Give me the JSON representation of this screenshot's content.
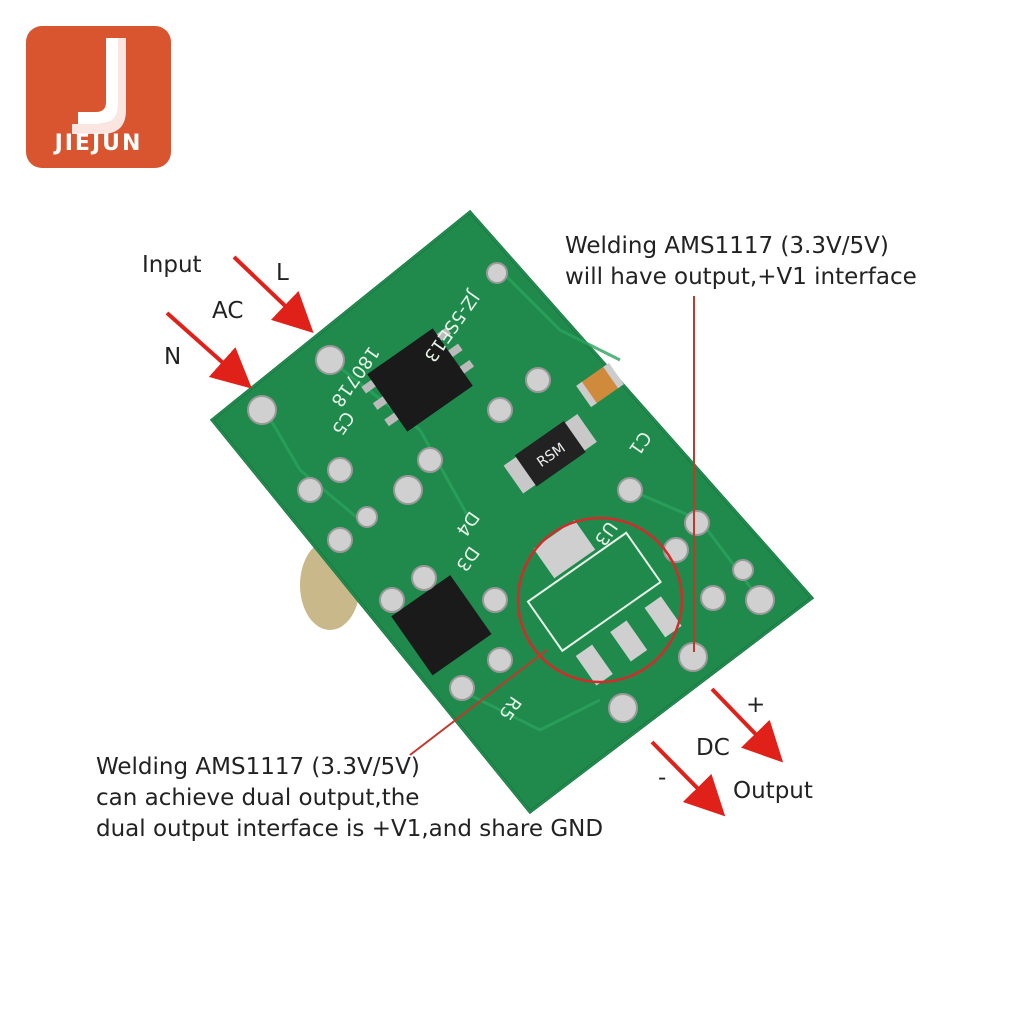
{
  "logo": {
    "brand": "JIEJUN",
    "color": "#d9552f"
  },
  "labels": {
    "input": "Input",
    "ac": "AC",
    "l": "L",
    "n": "N",
    "top_note_line1": "Welding AMS1117 (3.3V/5V)",
    "top_note_line2": "will have output,+V1 interface",
    "bottom_note_line1": "Welding AMS1117 (3.3V/5V)",
    "bottom_note_line2": "can achieve dual output,the",
    "bottom_note_line3": "dual output interface is +V1,and share GND",
    "plus": "+",
    "minus": "-",
    "dc": "DC",
    "output": "Output"
  },
  "board": {
    "pcb_color": "#1f8a4c",
    "silk_text": [
      "180718",
      "JZ-5SE13",
      "RSM",
      "C1",
      "U3",
      "D3",
      "D4",
      "R5",
      "C5"
    ]
  },
  "colors": {
    "arrow": "#e0211a",
    "circle": "#d42a2a",
    "line": "#c0392b"
  }
}
